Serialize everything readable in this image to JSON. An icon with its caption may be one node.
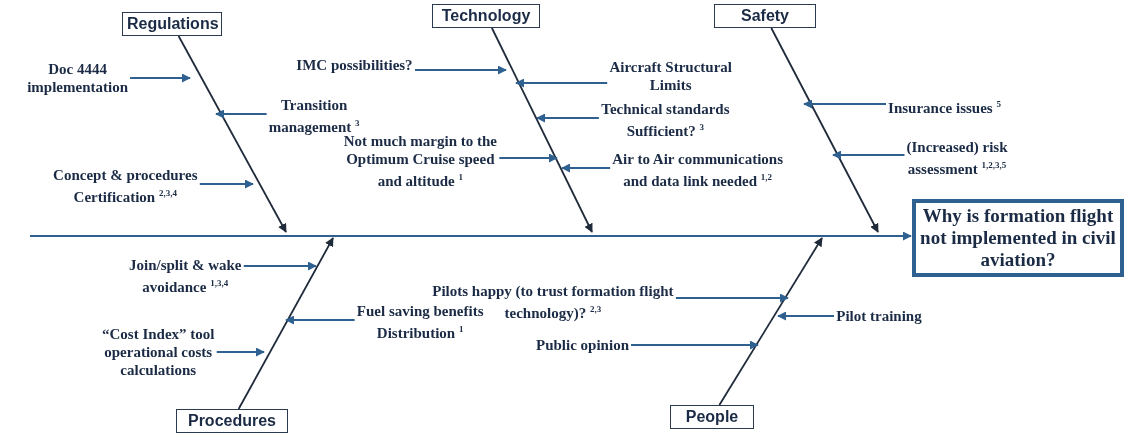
{
  "diagram": {
    "nodes": [
      {
        "text": [
          "Regulations"
        ]
      },
      {
        "text": [
          "Technology"
        ]
      },
      {
        "text": [
          "Safety"
        ]
      },
      {
        "text": [
          "Why is formation flight not implemented in civil aviation?"
        ]
      },
      {
        "text": [
          "Procedures"
        ]
      },
      {
        "text": [
          "People"
        ]
      },
      {
        "text": [
          "Doc 4444 implementation"
        ]
      },
      {
        "text": [
          "Transition management $^{3}$"
        ]
      },
      {
        "text": [
          "Concept & procedures Certification $^{2,3,4}$"
        ]
      },
      {
        "text": [
          "IMC possibilities?"
        ]
      },
      {
        "text": [
          "Aircraft Structural Limits"
        ]
      },
      {
        "text": [
          "Technical standards Sufficient? $^{3}$"
        ]
      },
      {
        "text": [
          "Not much margin to the Optimum Cruise speed and altitude $^{1}$"
        ]
      },
      {
        "text": [
          "Air to Air communications and data link needed $^{1,2}$"
        ]
      },
      {
        "text": [
          "Insurance issues $^{5}$"
        ]
      },
      {
        "text": [
          "(Increased) risk assessment $^{1,2,3,5}$"
        ]
      },
      {
        "text": [
          "Join/split & wake avoidance $^{1,3,4}$"
        ]
      },
      {
        "text": [
          "Fuel saving benefits Distribution $^{1}$"
        ]
      },
      {
        "text": [
          "“Cost Index” tool operational costs calculations"
        ]
      },
      {
        "text": [
          "Pilots happy (to trust formation flight technology)? $^{2,3}$"
        ]
      },
      {
        "text": [
          "Pilot training"
        ]
      },
      {
        "text": [
          "Public opinion"
        ]
      }
    ],
    "edges": [
      {
        "from": null,
        "to": 3,
        "arrow": "to"
      },
      {
        "from": 0,
        "to": null,
        "arrow": "to",
        "color": "#1f2a3a"
      },
      {
        "from": 1,
        "to": null,
        "arrow": "to",
        "color": "#1f2a3a"
      },
      {
        "from": 2,
        "to": null,
        "arrow": "to",
        "color": "#1f2a3a"
      },
      {
        "from": 4,
        "to": null,
        "arrow": "to",
        "color": "#1f2a3a"
      },
      {
        "from": 5,
        "to": null,
        "arrow": "to",
        "color": "#1f2a3a"
      },
      {
        "from": 6,
        "to": null,
        "arrow": "to"
      },
      {
        "from": 7,
        "to": null,
        "arrow": "to"
      },
      {
        "from": 8,
        "to": null,
        "arrow": "to"
      },
      {
        "from": 9,
        "to": null,
        "arrow": "to"
      },
      {
        "from": 10,
        "to": null,
        "arrow": "to"
      },
      {
        "from": 11,
        "to": null,
        "arrow": "to"
      },
      {
        "from": 12,
        "to": null,
        "arrow": "to"
      },
      {
        "from": 13,
        "to": null,
        "arrow": "to"
      },
      {
        "from": 14,
        "to": null,
        "arrow": "to"
      },
      {
        "from": 15,
        "to": null,
        "arrow": "to"
      },
      {
        "from": 16,
        "to": null,
        "arrow": "to"
      },
      {
        "from": 17,
        "to": null,
        "arrow": "to"
      },
      {
        "from": 18,
        "to": null,
        "arrow": "to"
      },
      {
        "from": 19,
        "to": null,
        "arrow": "to"
      },
      {
        "from": 20,
        "to": null,
        "arrow": "to"
      },
      {
        "from": 21,
        "to": null,
        "arrow": "to"
      }
    ]
  }
}
